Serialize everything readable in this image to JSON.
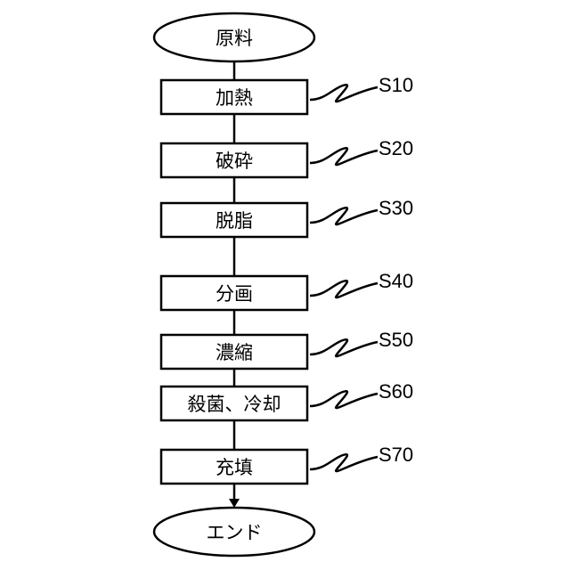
{
  "start": {
    "label": "原料"
  },
  "end": {
    "label": "エンド"
  },
  "steps": [
    {
      "id": "S10",
      "label": "加熱"
    },
    {
      "id": "S20",
      "label": "破砕"
    },
    {
      "id": "S30",
      "label": "脱脂"
    },
    {
      "id": "S40",
      "label": "分画"
    },
    {
      "id": "S50",
      "label": "濃縮"
    },
    {
      "id": "S60",
      "label": "殺菌、冷却"
    },
    {
      "id": "S70",
      "label": "充填"
    }
  ]
}
